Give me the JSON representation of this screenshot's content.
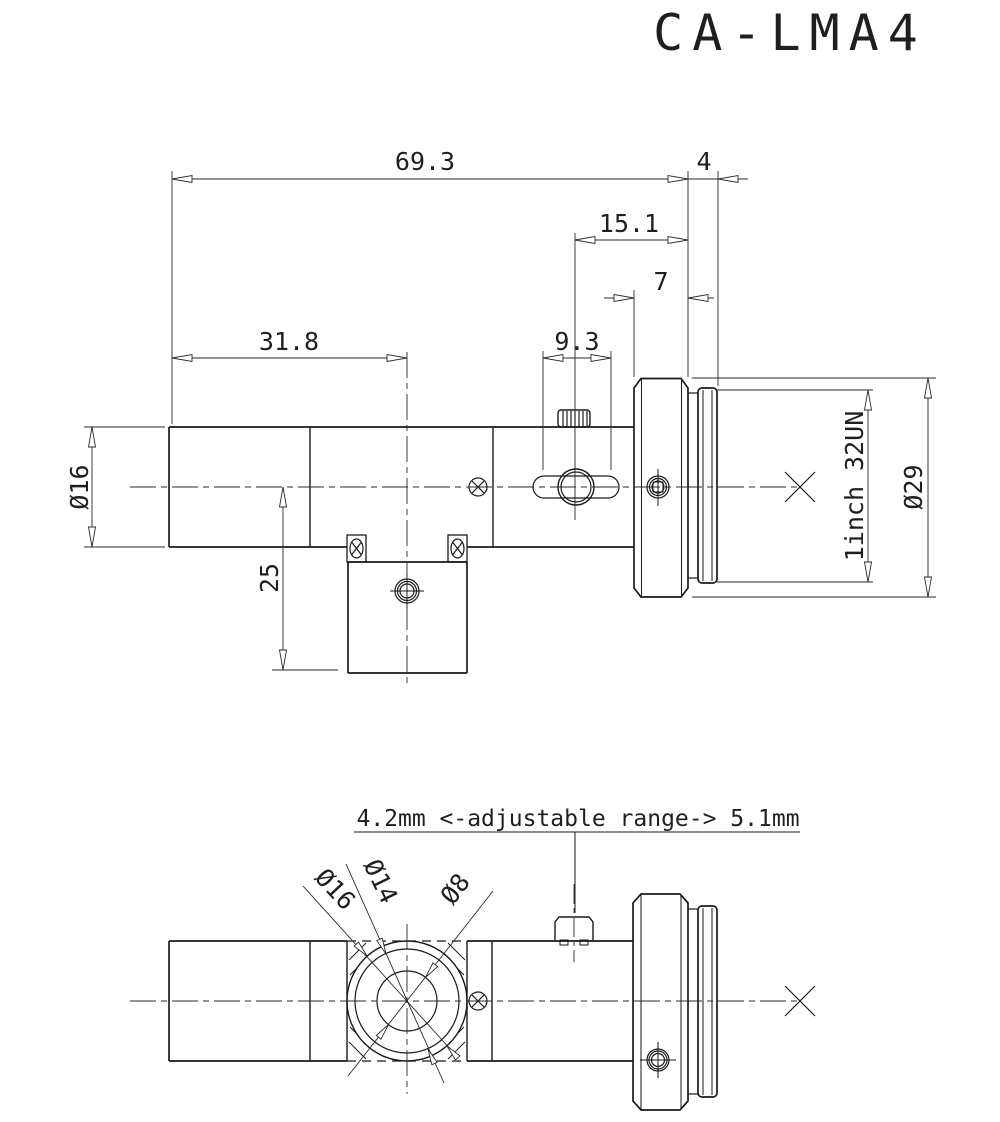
{
  "title": "CA-LMA4",
  "side_view": {
    "dims": {
      "overall_length": "69.3",
      "thread_length": "4",
      "screw_center_to_flange": "15.1",
      "flange_thickness": "7",
      "left_end_to_post_center": "31.8",
      "slot_length": "9.3",
      "rod_diameter": "Ø16",
      "post_depth": "25",
      "mount_thread": "1inch 32UN",
      "flange_diameter": "Ø29"
    }
  },
  "bottom_view": {
    "dims": {
      "boss_outer_diameter": "Ø16",
      "boss_middle_diameter": "Ø14",
      "bore_diameter": "Ø8"
    },
    "note": "4.2mm <-adjustable range-> 5.1mm"
  },
  "colors": {
    "line": "#1a1a1a",
    "background": "#ffffff"
  }
}
